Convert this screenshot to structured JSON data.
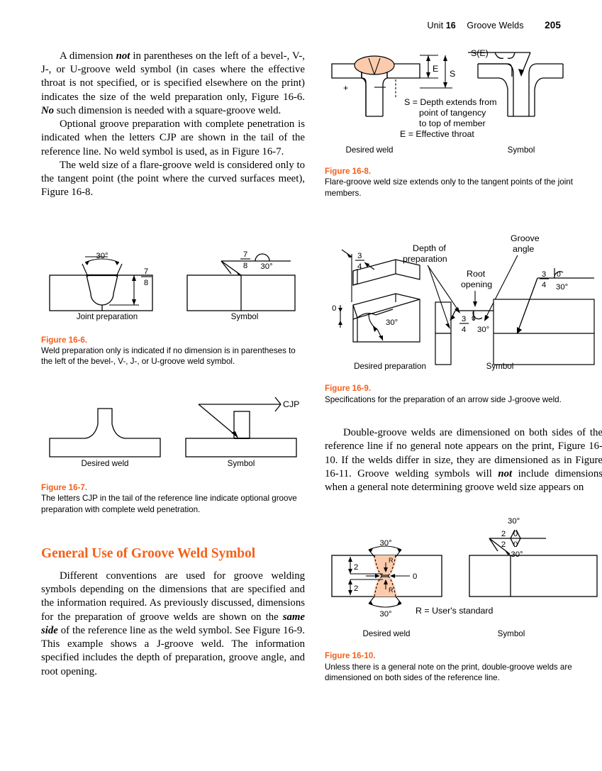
{
  "header": {
    "unit_word": "Unit",
    "unit_number": "16",
    "title": "Groove Welds",
    "page_number": "205"
  },
  "left_column": {
    "paragraphs": [
      "A dimension not in parentheses on the left of a bevel-, V-, J-, or U-groove weld symbol (in cases where the effective throat is not specified, or is specified elsewhere on the print) indicates the size of the weld preparation only, Figure 16-6. No such dimension is needed with a square-groove weld.",
      "Optional groove preparation with complete penetration is indicated when the letters CJP are shown in the tail of the reference line. No weld symbol is used, as in Figure 16-7.",
      "The weld size of a flare-groove weld is considered only to the tangent point (the point where the curved surfaces meet), Figure 16-8."
    ],
    "section_heading": "General Use of Groove Weld Symbol",
    "section_paragraph": "Different conventions are used for groove welding symbols depending on the dimensions that are specified and the information required. As previously discussed, dimensions for the preparation of groove welds are shown on the same side of the reference line as the weld symbol. See Figure 16-9. This example shows a J-groove weld. The information specified includes the depth of preparation, groove angle, and root opening."
  },
  "right_column": {
    "paragraph": "Double-groove welds are dimensioned on both sides of the reference line if no general note appears on the print, Figure 16-10. If the welds differ in size, they are dimensioned as in Figure 16-11. Groove welding symbols will not include dimensions when a general note determining groove weld size appears on"
  },
  "figures": {
    "fig16_6": {
      "number": "Figure 16-6.",
      "caption": "Weld preparation only is indicated if no dimension is in parentheses to the left of the bevel-, V-, J-, or U-groove weld symbol.",
      "left_label": "Joint preparation",
      "right_label": "Symbol",
      "angle": "30°",
      "size_numerator": "7",
      "size_denominator": "8",
      "symbol_angle": "30°",
      "symbol_numerator": "7",
      "symbol_denominator": "8"
    },
    "fig16_7": {
      "number": "Figure 16-7.",
      "caption": "The letters CJP in the tail of the reference line indicate optional groove preparation with complete weld penetration.",
      "left_label": "Desired weld",
      "right_label": "Symbol",
      "tail_text": "CJP"
    },
    "fig16_8": {
      "number": "Figure 16-8.",
      "caption": "Flare-groove weld size extends only to the tangent points of the joint members.",
      "left_label": "Desired weld",
      "right_label": "Symbol",
      "dim_e": "E",
      "dim_s": "S",
      "note_s_line1": "S = Depth extends from",
      "note_s_line2": "point of tangency",
      "note_s_line3": "to top of member",
      "note_e": "E = Effective throat",
      "symbol_text": "S(E)",
      "plus_mark": "+"
    },
    "fig16_9": {
      "number": "Figure 16-9.",
      "caption": "Specifications for the preparation of an arrow side J-groove weld.",
      "left_label": "Desired preparation",
      "right_label": "Symbol",
      "depth_numerator": "3",
      "depth_denominator": "4",
      "root_opening_value": "0",
      "angle": "30°",
      "callout_depth": "Depth of\npreparation",
      "callout_depth_line1": "Depth of",
      "callout_depth_line2": "preparation",
      "callout_root_line1": "Root",
      "callout_root_line2": "opening",
      "callout_angle_line1": "Groove",
      "callout_angle_line2": "angle"
    },
    "fig16_10": {
      "number": "Figure 16-10.",
      "caption": "Unless there is a general note on the print, double-groove welds are dimensioned on both sides of the reference line.",
      "left_label": "Desired weld",
      "right_label": "Symbol",
      "angle_top": "30°",
      "angle_bottom": "30°",
      "size_top": "2",
      "size_bottom": "2",
      "root_opening": "0",
      "r_note": "R = User's standard",
      "r_label_top": "R",
      "r_label_bottom": "R",
      "symbol_angle_top": "30°",
      "symbol_angle_bottom": "30°",
      "symbol_size_top": "2",
      "symbol_size_bottom": "2",
      "symbol_root_top": "0",
      "symbol_root_bottom": "0"
    }
  },
  "colors": {
    "accent_orange": "#F4601A",
    "weld_fill": "#FBCBAC"
  }
}
